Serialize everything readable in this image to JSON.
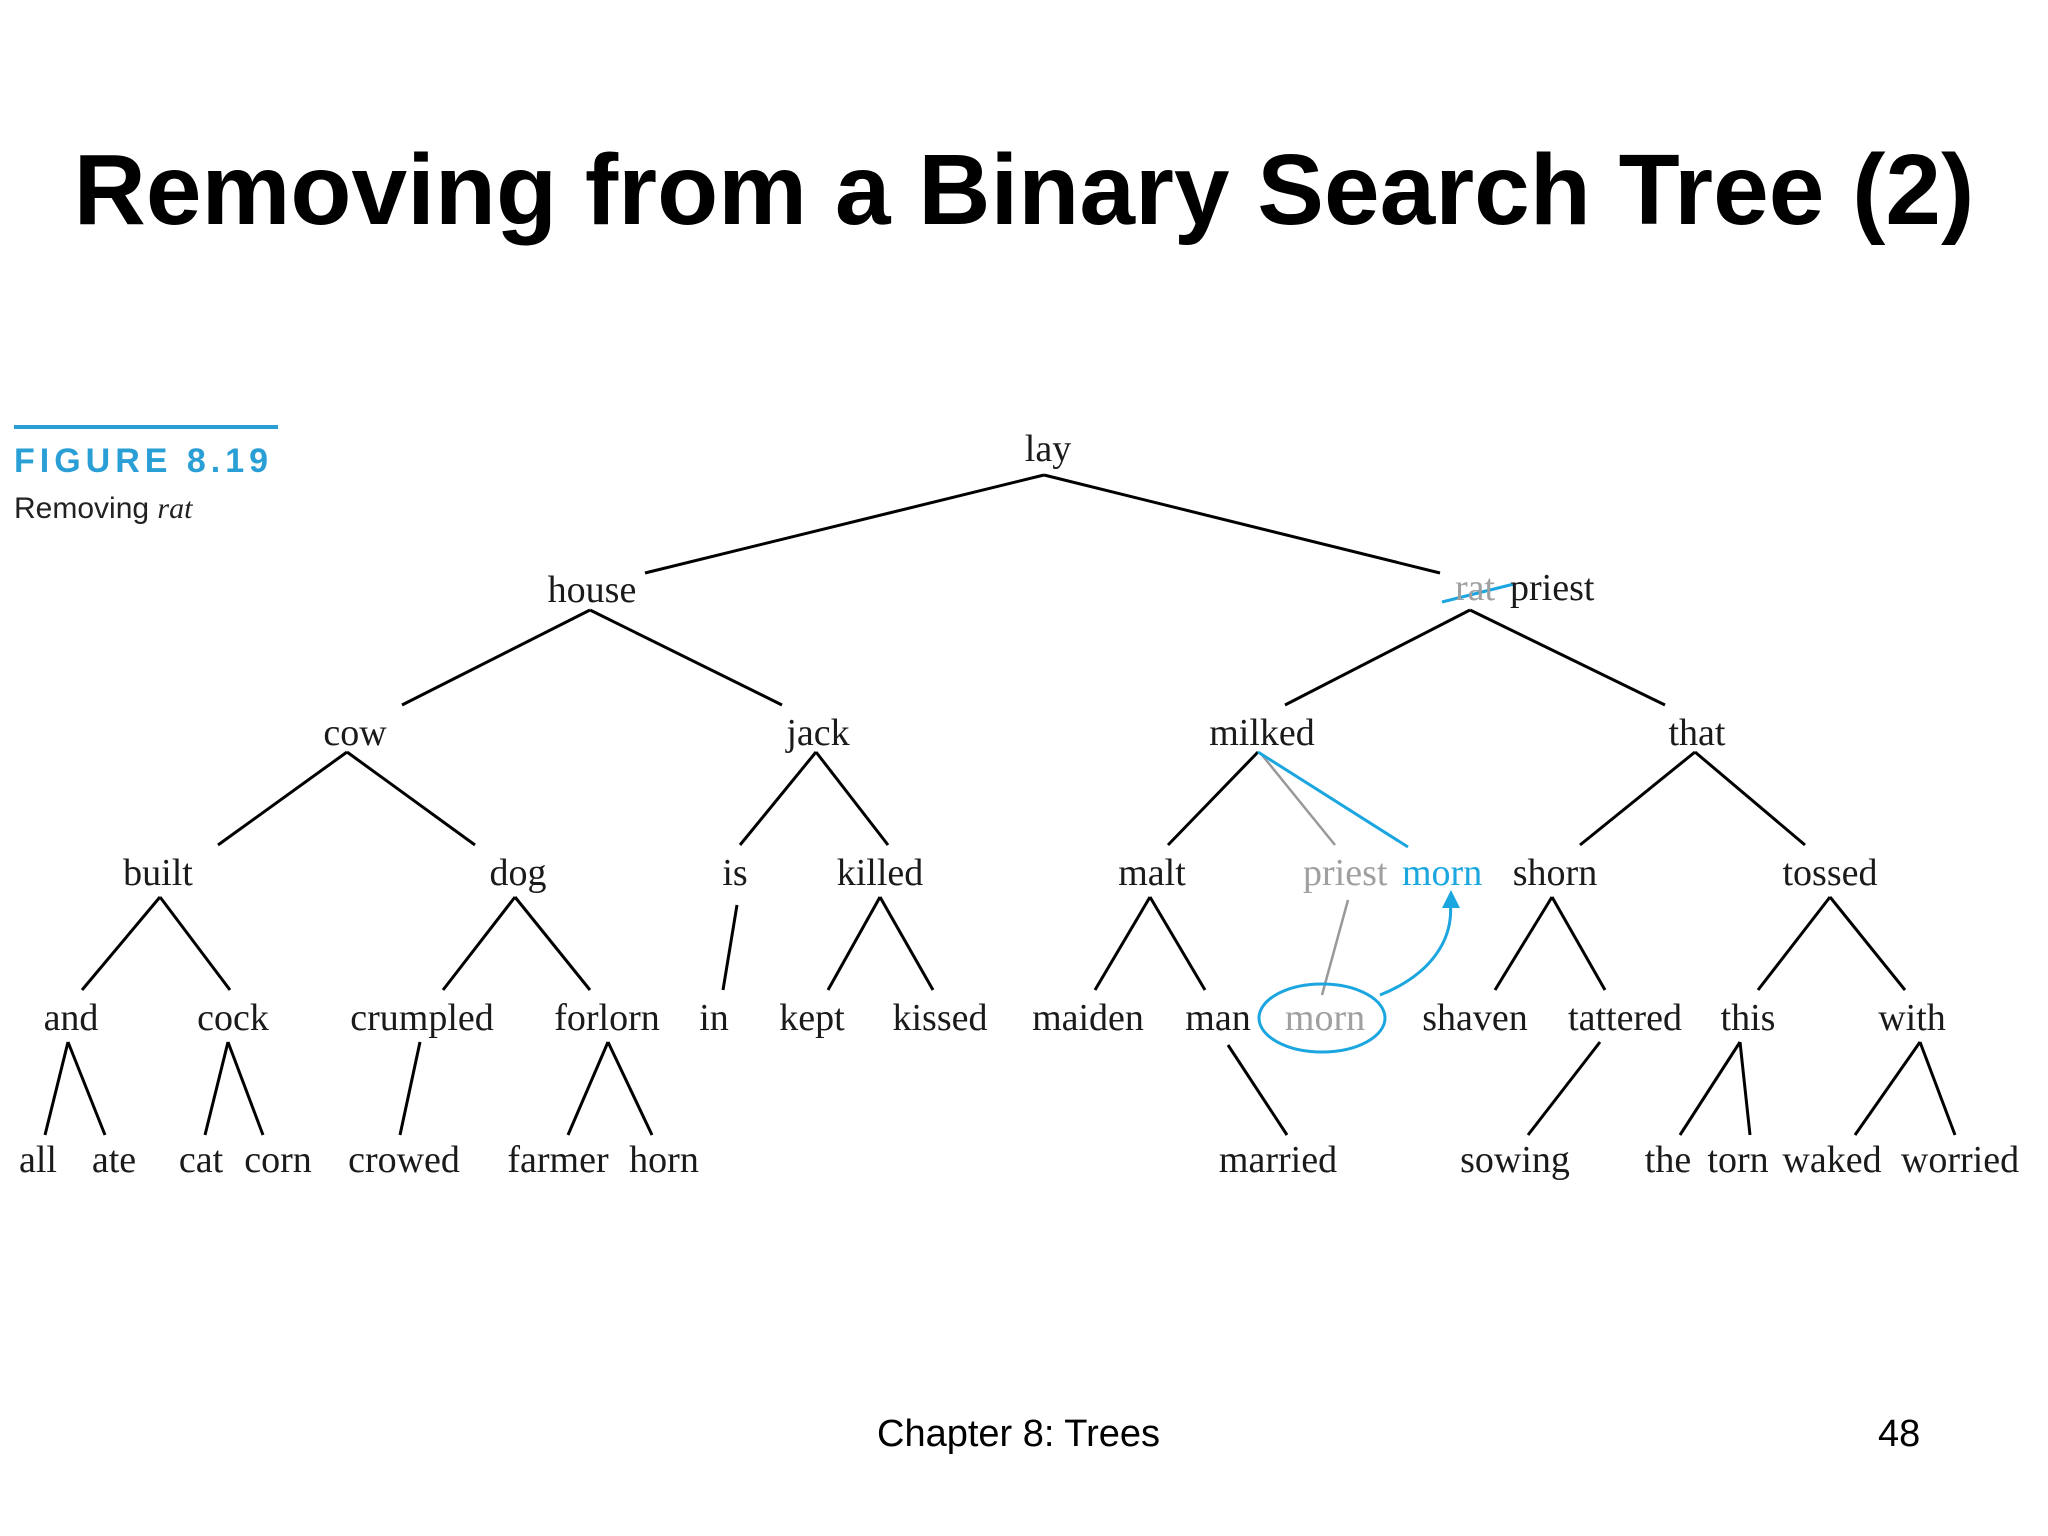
{
  "title": "Removing from a Binary Search Tree (2)",
  "figure": {
    "label": "FIGURE 8.19",
    "caption_prefix": "Removing ",
    "caption_word": "rat"
  },
  "tree": {
    "nodes": {
      "lay": "lay",
      "house": "house",
      "rat_struck": "rat",
      "priest_new": "priest",
      "cow": "cow",
      "jack": "jack",
      "milked": "milked",
      "that": "that",
      "built": "built",
      "dog": "dog",
      "is": "is",
      "killed": "killed",
      "malt": "malt",
      "priest_old": "priest",
      "morn_new": "morn",
      "shorn": "shorn",
      "tossed": "tossed",
      "and": "and",
      "cock": "cock",
      "crumpled": "crumpled",
      "forlorn": "forlorn",
      "in": "in",
      "kept": "kept",
      "kissed": "kissed",
      "maiden": "maiden",
      "man": "man",
      "morn_old": "morn",
      "shaven": "shaven",
      "tattered": "tattered",
      "this": "this",
      "with": "with",
      "all": "all",
      "ate": "ate",
      "cat": "cat",
      "corn": "corn",
      "crowed": "crowed",
      "farmer": "farmer",
      "horn": "horn",
      "married": "married",
      "sowing": "sowing",
      "the": "the",
      "torn": "torn",
      "waked": "waked",
      "worried": "worried"
    },
    "colors": {
      "edge": "#000000",
      "removed": "#a0a0a0",
      "highlight": "#1ba6e0"
    }
  },
  "footer": {
    "chapter": "Chapter 8: Trees",
    "page": "48"
  }
}
